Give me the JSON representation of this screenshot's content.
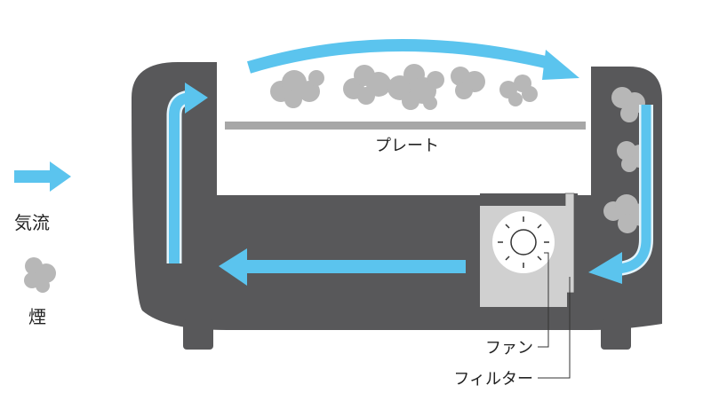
{
  "labels": {
    "plate": "プレート",
    "fan": "ファン",
    "filter": "フィルター"
  },
  "legend": {
    "airflow": "気流",
    "smoke": "煙"
  },
  "colors": {
    "body": "#58585a",
    "airflow": "#5bc4ee",
    "airflow_light": "#e4f4fb",
    "smoke": "#b7b7b7",
    "plate": "#a7a7a7",
    "fan_box": "#d0d0d0",
    "fan_circle": "#ffffff"
  }
}
